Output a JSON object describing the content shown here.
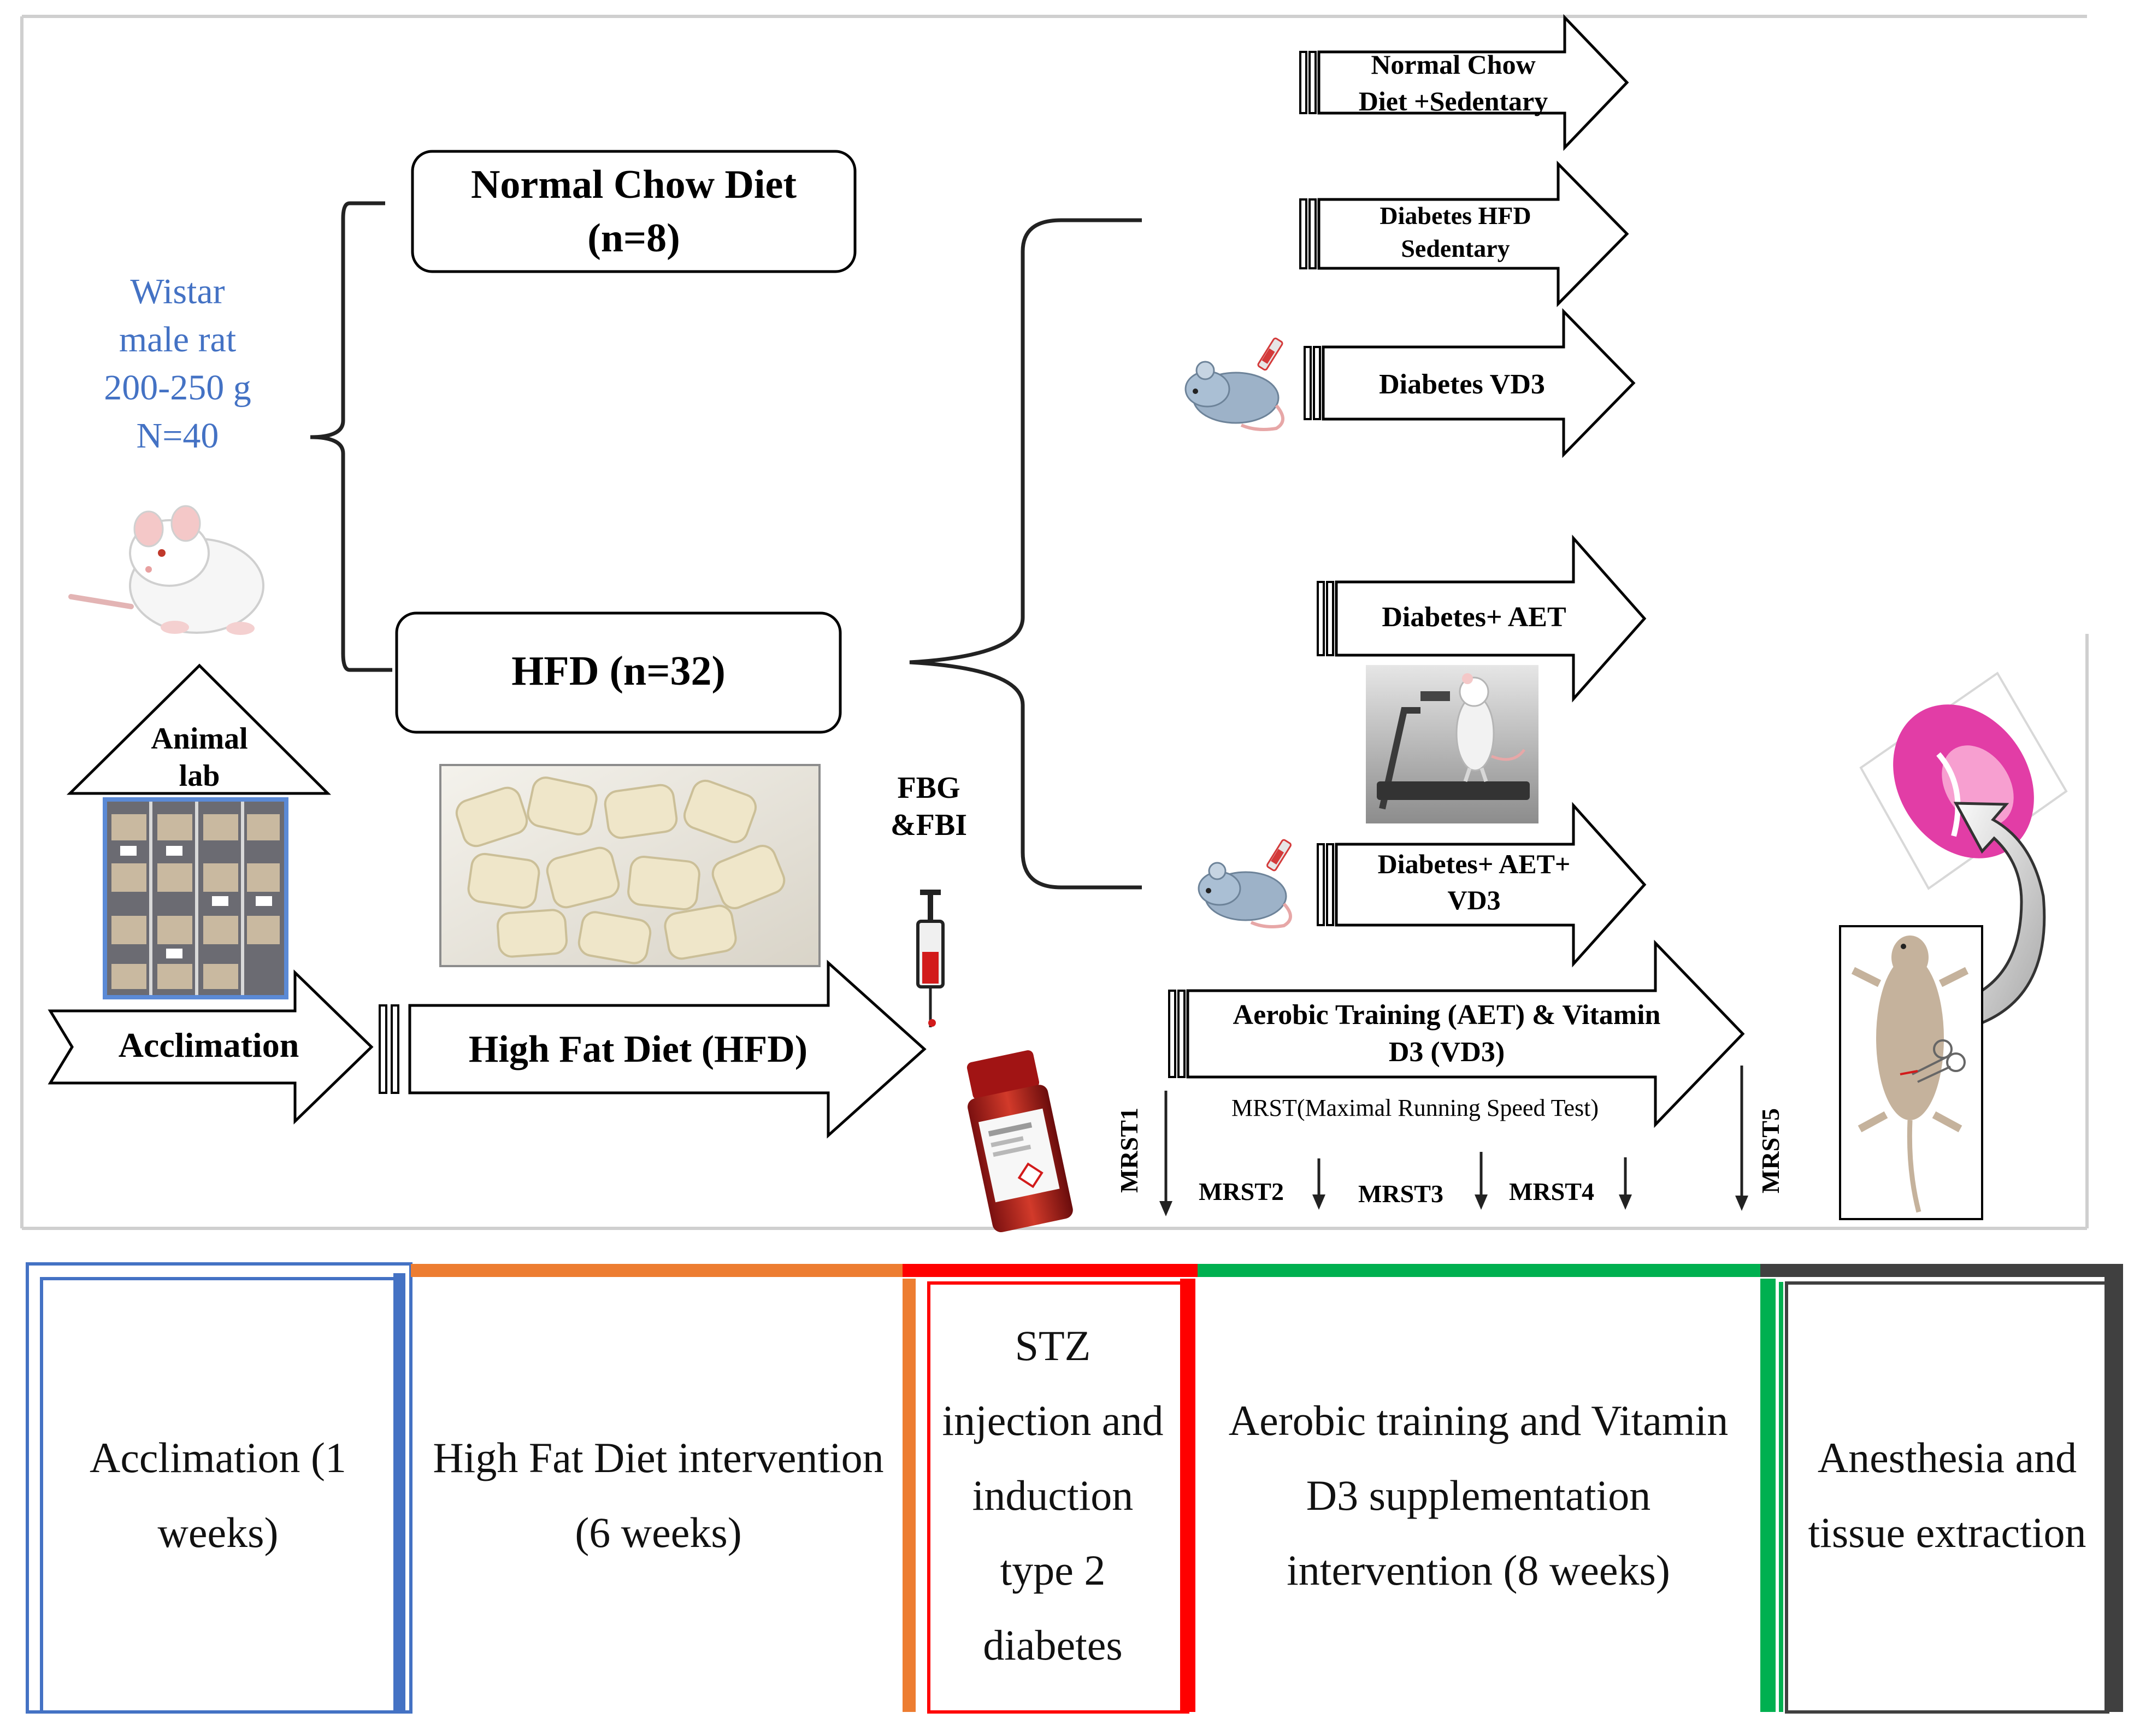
{
  "subjects": {
    "line1": "Wistar",
    "line2": "male rat",
    "line3": "200-250 g",
    "line4": "N=40"
  },
  "animal_lab": {
    "line1": "Animal",
    "line2": "lab"
  },
  "groups": {
    "normal_chow": {
      "line1": "Normal Chow Diet",
      "line2": "(n=8)"
    },
    "hfd": {
      "label": "HFD (n=32)"
    }
  },
  "flow_arrows": {
    "acclimation": "Acclimation",
    "high_fat_diet": "High Fat Diet (HFD)",
    "aet_vd3": {
      "line1": "Aerobic Training (AET) & Vitamin",
      "line2": "D3 (VD3)"
    }
  },
  "fbg": {
    "line1": "FBG",
    "line2": "&FBI"
  },
  "outcome_groups": [
    {
      "line1": "Normal Chow",
      "line2": "Diet +Sedentary"
    },
    {
      "line1": "Diabetes HFD",
      "line2": "Sedentary"
    },
    {
      "line1": "Diabetes VD3",
      "line2": ""
    },
    {
      "line1": "Diabetes+ AET",
      "line2": ""
    },
    {
      "line1": "Diabetes+ AET+",
      "line2": "VD3"
    }
  ],
  "mrst": {
    "caption": "MRST(Maximal Running Speed Test)",
    "tests": [
      "MRST1",
      "MRST2",
      "MRST3",
      "MRST4",
      "MRST5"
    ]
  },
  "phases": [
    {
      "text": "Acclimation (1 weeks)",
      "color": "#4472c4"
    },
    {
      "text": "High Fat Diet intervention (6 weeks)",
      "color": "#ed7d31"
    },
    {
      "text": "STZ injection and induction type 2 diabetes",
      "color": "#ff0000"
    },
    {
      "text": "Aerobic training and Vitamin D3 supplementation intervention (8 weeks)",
      "color": "#00b050"
    },
    {
      "text": "Anesthesia and tissue extraction",
      "color": "#404040"
    }
  ],
  "icons": [
    "rat-icon",
    "mouse-syringe-icon",
    "syringe-icon",
    "stz-bottle-icon",
    "treadmill-rat-icon",
    "heart-tissue-icon",
    "curved-arrow-icon",
    "dissected-rat-icon",
    "rack-photo",
    "hfd-pellets-photo"
  ]
}
